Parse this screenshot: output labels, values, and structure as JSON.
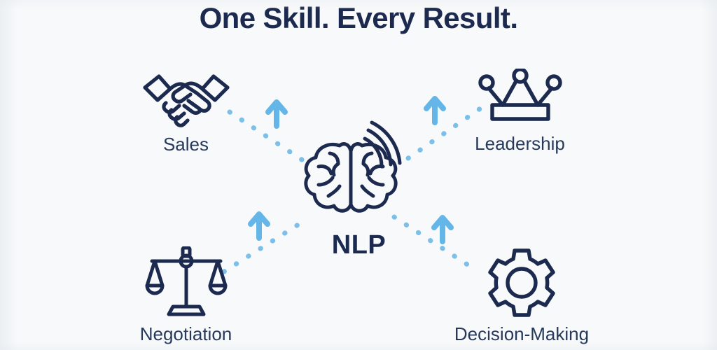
{
  "page": {
    "title": "One Skill. Every Result.",
    "background_color": "#f8f9fa",
    "title_color": "#1b2a4e",
    "icon_color": "#1b2a4e",
    "label_color": "#273a5c",
    "accent_color": "#64b5e8",
    "connector_color": "#7cc0ea"
  },
  "center": {
    "label": "NLP",
    "icon": "brain-icon",
    "signal_icon": "signal-waves-icon"
  },
  "nodes": [
    {
      "id": "sales",
      "label": "Sales",
      "icon": "handshake-icon"
    },
    {
      "id": "leadership",
      "label": "Leadership",
      "icon": "crown-icon"
    },
    {
      "id": "negotiation",
      "label": "Negotiation",
      "icon": "scales-icon"
    },
    {
      "id": "decision",
      "label": "Decision-Making",
      "icon": "gear-icon"
    }
  ],
  "connectors": [
    {
      "id": "sales-to-center",
      "style": "dotted",
      "arrow": "up-arrow-icon"
    },
    {
      "id": "center-to-leadership",
      "style": "dotted",
      "arrow": "up-arrow-icon"
    },
    {
      "id": "negotiation-to-center",
      "style": "dotted",
      "arrow": "up-arrow-icon"
    },
    {
      "id": "center-to-decision",
      "style": "dotted",
      "arrow": "up-arrow-icon"
    }
  ]
}
